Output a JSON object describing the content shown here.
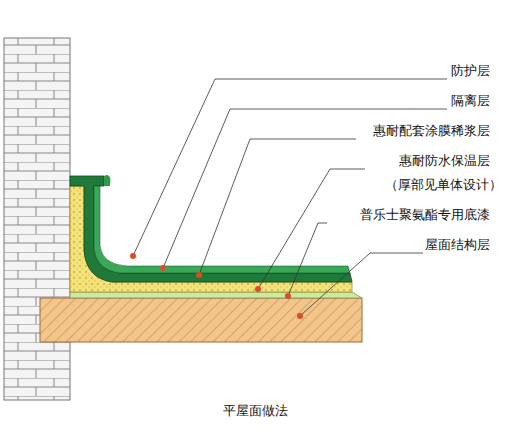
{
  "diagram": {
    "caption": "平屋面做法",
    "labels": [
      "防护层",
      "隔离层",
      "惠耐配套涂膜稀浆层",
      "惠耐防水保温层",
      "（厚部见单体设计）",
      "普乐士聚氨酯专用底漆",
      "屋面结构层"
    ]
  }
}
